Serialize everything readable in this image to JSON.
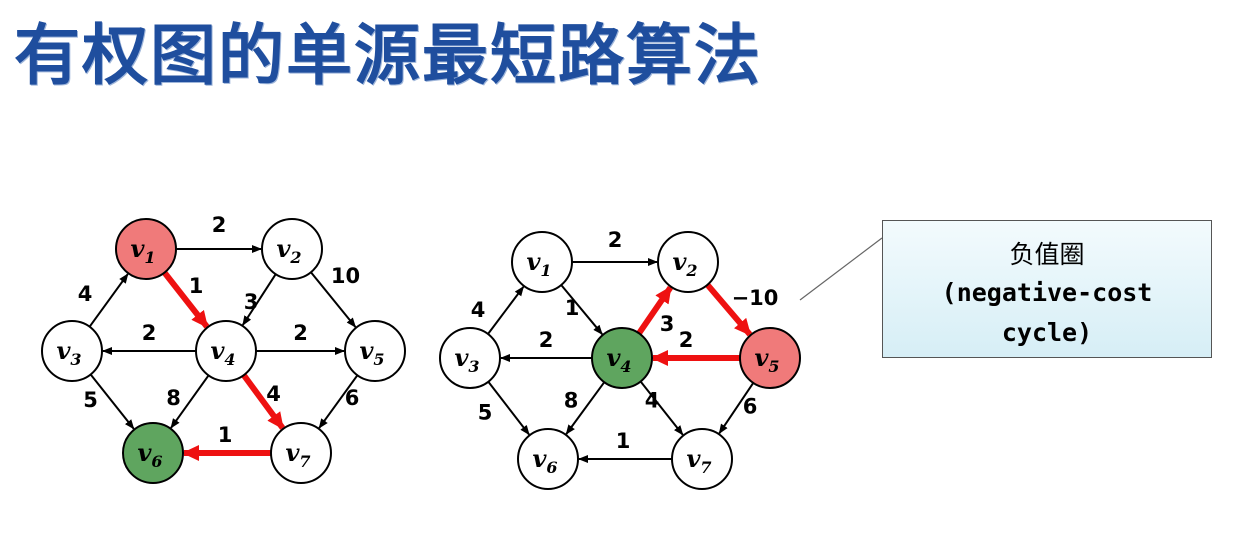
{
  "title": "有权图的单源最短路算法",
  "callout": {
    "chinese": "负值圈",
    "english_line1": "(negative-cost",
    "english_line2": "cycle)"
  },
  "colors": {
    "title": "#1f4e9e",
    "highlight_edge": "#ee1111",
    "source_fill": "#f07a7a",
    "target_fill": "#5fa55f",
    "node_fill": "#ffffff",
    "negative_weight_text": "#d42020"
  },
  "graphs": [
    {
      "name": "left-graph",
      "nodes": [
        {
          "id": "v1",
          "base": "v",
          "sub": "1",
          "fill": "red"
        },
        {
          "id": "v2",
          "base": "v",
          "sub": "2",
          "fill": "white"
        },
        {
          "id": "v3",
          "base": "v",
          "sub": "3",
          "fill": "white"
        },
        {
          "id": "v4",
          "base": "v",
          "sub": "4",
          "fill": "white"
        },
        {
          "id": "v5",
          "base": "v",
          "sub": "5",
          "fill": "white"
        },
        {
          "id": "v6",
          "base": "v",
          "sub": "6",
          "fill": "green"
        },
        {
          "id": "v7",
          "base": "v",
          "sub": "7",
          "fill": "white"
        }
      ],
      "edges": [
        {
          "from": "v1",
          "to": "v2",
          "weight": "2",
          "highlight": false
        },
        {
          "from": "v1",
          "to": "v4",
          "weight": "1",
          "highlight": true
        },
        {
          "from": "v2",
          "to": "v4",
          "weight": "3",
          "highlight": false
        },
        {
          "from": "v2",
          "to": "v5",
          "weight": "10",
          "highlight": false
        },
        {
          "from": "v3",
          "to": "v1",
          "weight": "4",
          "highlight": false
        },
        {
          "from": "v3",
          "to": "v6",
          "weight": "5",
          "highlight": false
        },
        {
          "from": "v4",
          "to": "v3",
          "weight": "2",
          "highlight": false
        },
        {
          "from": "v4",
          "to": "v5",
          "weight": "2",
          "highlight": false
        },
        {
          "from": "v4",
          "to": "v6",
          "weight": "8",
          "highlight": false
        },
        {
          "from": "v4",
          "to": "v7",
          "weight": "4",
          "highlight": true
        },
        {
          "from": "v5",
          "to": "v7",
          "weight": "6",
          "highlight": false
        },
        {
          "from": "v7",
          "to": "v6",
          "weight": "1",
          "highlight": true
        }
      ]
    },
    {
      "name": "right-graph",
      "nodes": [
        {
          "id": "v1",
          "base": "v",
          "sub": "1",
          "fill": "white"
        },
        {
          "id": "v2",
          "base": "v",
          "sub": "2",
          "fill": "white"
        },
        {
          "id": "v3",
          "base": "v",
          "sub": "3",
          "fill": "white"
        },
        {
          "id": "v4",
          "base": "v",
          "sub": "4",
          "fill": "green"
        },
        {
          "id": "v5",
          "base": "v",
          "sub": "5",
          "fill": "red"
        },
        {
          "id": "v6",
          "base": "v",
          "sub": "6",
          "fill": "white"
        },
        {
          "id": "v7",
          "base": "v",
          "sub": "7",
          "fill": "white"
        }
      ],
      "edges": [
        {
          "from": "v1",
          "to": "v2",
          "weight": "2",
          "highlight": false
        },
        {
          "from": "v1",
          "to": "v4",
          "weight": "1",
          "highlight": false
        },
        {
          "from": "v4",
          "to": "v2",
          "weight": "3",
          "highlight": true
        },
        {
          "from": "v2",
          "to": "v5",
          "weight": "−10",
          "highlight": true,
          "negative": true
        },
        {
          "from": "v3",
          "to": "v1",
          "weight": "4",
          "highlight": false
        },
        {
          "from": "v3",
          "to": "v6",
          "weight": "5",
          "highlight": false
        },
        {
          "from": "v4",
          "to": "v3",
          "weight": "2",
          "highlight": false
        },
        {
          "from": "v5",
          "to": "v4",
          "weight": "2",
          "highlight": true
        },
        {
          "from": "v4",
          "to": "v6",
          "weight": "8",
          "highlight": false
        },
        {
          "from": "v4",
          "to": "v7",
          "weight": "4",
          "highlight": false
        },
        {
          "from": "v5",
          "to": "v7",
          "weight": "6",
          "highlight": false
        },
        {
          "from": "v7",
          "to": "v6",
          "weight": "1",
          "highlight": false
        }
      ]
    }
  ]
}
